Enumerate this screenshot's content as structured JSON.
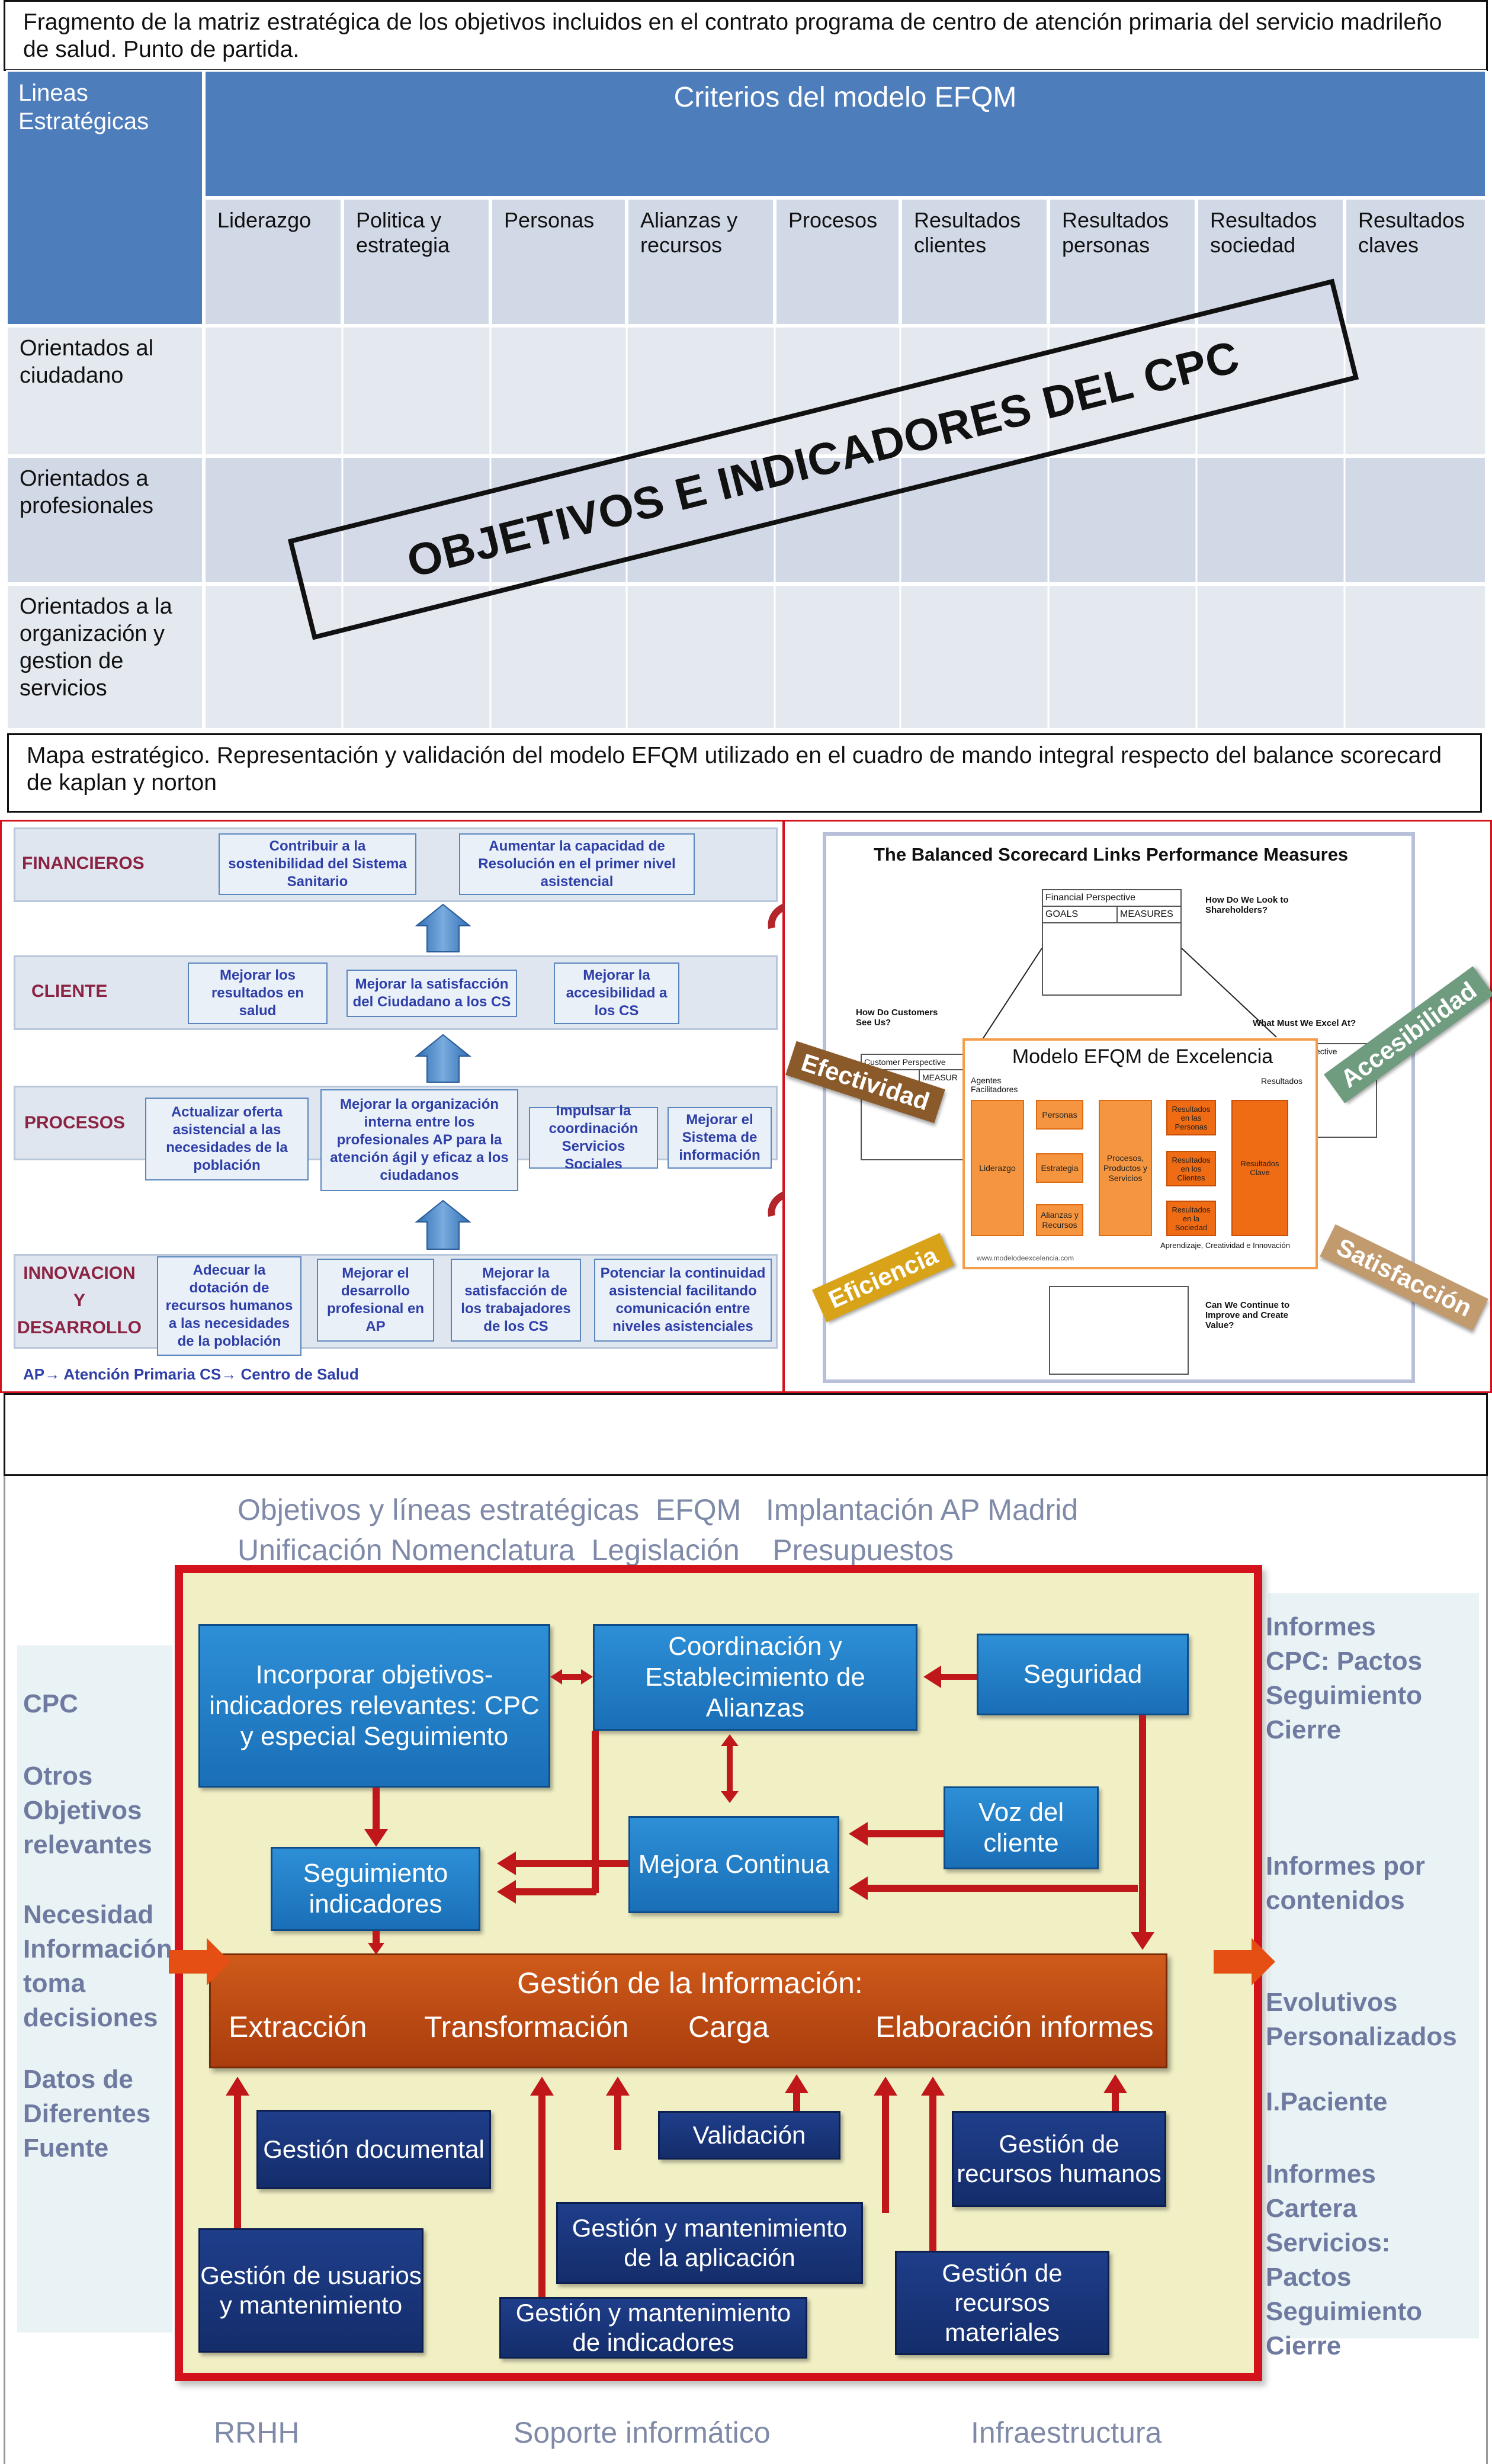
{
  "caption1": "Fragmento de la matriz estratégica de los objetivos incluidos en el contrato programa de centro de atención primaria del servicio madrileño de salud. Punto de partida.",
  "matrix": {
    "corner": "Lineas Estratégicas",
    "header": "Criterios del modelo EFQM",
    "criteria": [
      "Liderazgo",
      "Politica y estrategia",
      "Personas",
      "Alianzas y recursos",
      "Procesos",
      "Resultados clientes",
      "Resultados personas",
      "Resultados sociedad",
      "Resultados claves"
    ],
    "rows": [
      "Orientados al ciudadano",
      "Orientados a profesionales",
      "Orientados a la organización y gestion de servicios"
    ],
    "stamp": "OBJETIVOS E INDICADORES DEL CPC"
  },
  "caption2": "Mapa estratégico. Representación y validación del modelo EFQM utilizado en el cuadro de mando integral respecto del balance scorecard de kaplan y norton",
  "strategy_map": {
    "bands": [
      {
        "label": "FINANCIEROS",
        "objectives": [
          "Contribuir a la sostenibilidad del Sistema Sanitario",
          "Aumentar la capacidad de Resolución en el primer nivel asistencial"
        ]
      },
      {
        "label": "CLIENTE",
        "objectives": [
          "Mejorar los resultados en salud",
          "Mejorar la satisfacción del Ciudadano a los CS",
          "Mejorar la accesibilidad a los CS"
        ]
      },
      {
        "label": "PROCESOS",
        "objectives": [
          "Actualizar oferta asistencial a las necesidades de la población",
          "Mejorar la organización interna entre los profesionales AP para la atención ágil y eficaz a los ciudadanos",
          "Impulsar la coordinación Servicios Sociales",
          "Mejorar el Sistema de información"
        ]
      },
      {
        "label": "INNOVACION Y DESARROLLO",
        "objectives": [
          "Adecuar la dotación de recursos humanos a las necesidades de la población",
          "Mejorar el desarrollo profesional en AP",
          "Mejorar la satisfacción de los trabajadores de los CS",
          "Potenciar la continuidad asistencial facilitando comunicación entre niveles asistenciales"
        ]
      }
    ],
    "legend": "AP→ Atención Primaria  CS→ Centro de Salud"
  },
  "bsc": {
    "title": "The Balanced Scorecard Links Performance Measures",
    "financial": "Financial Perspective",
    "goals": "GOALS",
    "measures": "MEASURES",
    "customer": "Customer Perspective",
    "measur": "MEASUR",
    "q_shareholders": "How Do We Look to Shareholders?",
    "q_customers": "How Do Customers See Us?",
    "q_excel": "What Must We Excel At?",
    "q_improve": "Can We Continue to Improve and Create Value?",
    "ective": "ective",
    "efqm_title": "Modelo EFQM de Excelencia",
    "agentes": "Agentes Facilitadores",
    "resultados": "Resultados",
    "aprendizaje": "Aprendizaje, Creatividad e Innovación",
    "url": "www.modelodeexcelencia.com",
    "boxes": {
      "liderazgo": "Liderazgo",
      "personas": "Personas",
      "estrategia": "Estrategia",
      "alianzas": "Alianzas y Recursos",
      "procesos": "Procesos, Productos y Servicios",
      "r_personas": "Resultados en las Personas",
      "r_clientes": "Resultados en los Clientes",
      "r_sociedad": "Resultados en la Sociedad",
      "r_clave": "Resultados Clave"
    },
    "tags": {
      "efectividad": "Efectividad",
      "accesibilidad": "Accesibilidad",
      "eficiencia": "Eficiencia",
      "satisfaccion": "Satisfacción"
    }
  },
  "process": {
    "top_line1": "Objetivos y líneas estratégicas  EFQM   Implantación AP Madrid",
    "top_line2": "Unificación Nomenclatura  Legislación    Presupuestos",
    "left": [
      "CPC",
      "Otros Objetivos relevantes",
      "Necesidad Información toma decisiones",
      "Datos de Diferentes Fuente"
    ],
    "right": [
      "Informes CPC: Pactos Seguimiento Cierre",
      "Informes por contenidos",
      "Evolutivos Personalizados",
      "I.Paciente",
      "Informes Cartera Servicios: Pactos Seguimiento Cierre"
    ],
    "blue": {
      "incorporar": "Incorporar objetivos-indicadores relevantes: CPC y especial Seguimiento",
      "coordinacion": "Coordinación y Establecimiento de Alianzas",
      "seguridad": "Seguridad",
      "voz": "Voz del cliente",
      "mejora": "Mejora Continua",
      "seguimiento": "Seguimiento indicadores"
    },
    "gestion_title": "Gestión de la Información:",
    "gestion_steps": [
      "Extracción",
      "Transformación",
      "Carga",
      "Elaboración informes"
    ],
    "navy": {
      "documental": "Gestión documental",
      "validacion": "Validación",
      "rrhh": "Gestión de recursos humanos",
      "aplicacion": "Gestión y mantenimiento de la aplicación",
      "usuarios": "Gestión de usuarios y mantenimiento",
      "indicadores": "Gestión y mantenimiento de indicadores",
      "materiales": "Gestión de recursos materiales"
    },
    "bottom": [
      "RRHH",
      "Soporte informático",
      "Infraestructura"
    ]
  },
  "colors": {
    "matrix_header": "#4e7dbc",
    "band_label": "#8b2342",
    "objective_text": "#2e3fa8",
    "arrow_red": "#c0171b",
    "gestion_bar": "#b84a12",
    "frame_red": "#d3121c"
  }
}
